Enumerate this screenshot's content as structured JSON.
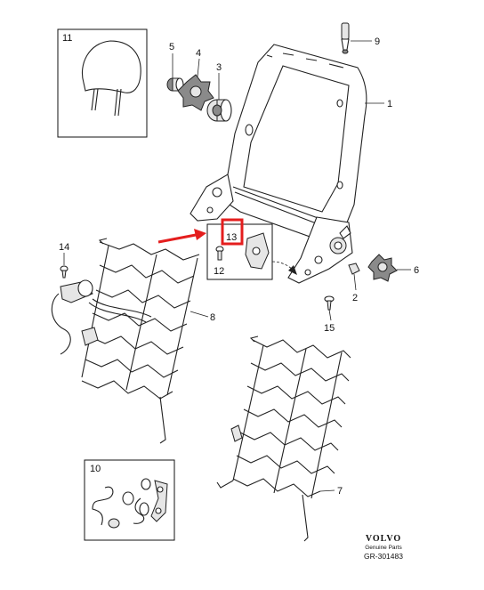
{
  "diagram": {
    "callouts": {
      "c1": "1",
      "c2": "2",
      "c3": "3",
      "c4": "4",
      "c5": "5",
      "c6": "6",
      "c7": "7",
      "c8": "8",
      "c9": "9",
      "c10": "10",
      "c11": "11",
      "c12": "12",
      "c13": "13",
      "c14": "14",
      "c15": "15"
    },
    "brand": "VOLVO",
    "brand_sub": "Genuine Parts",
    "ref_code": "GR-301483",
    "highlight_color": "#e41e1e",
    "line_color": "#222222"
  }
}
